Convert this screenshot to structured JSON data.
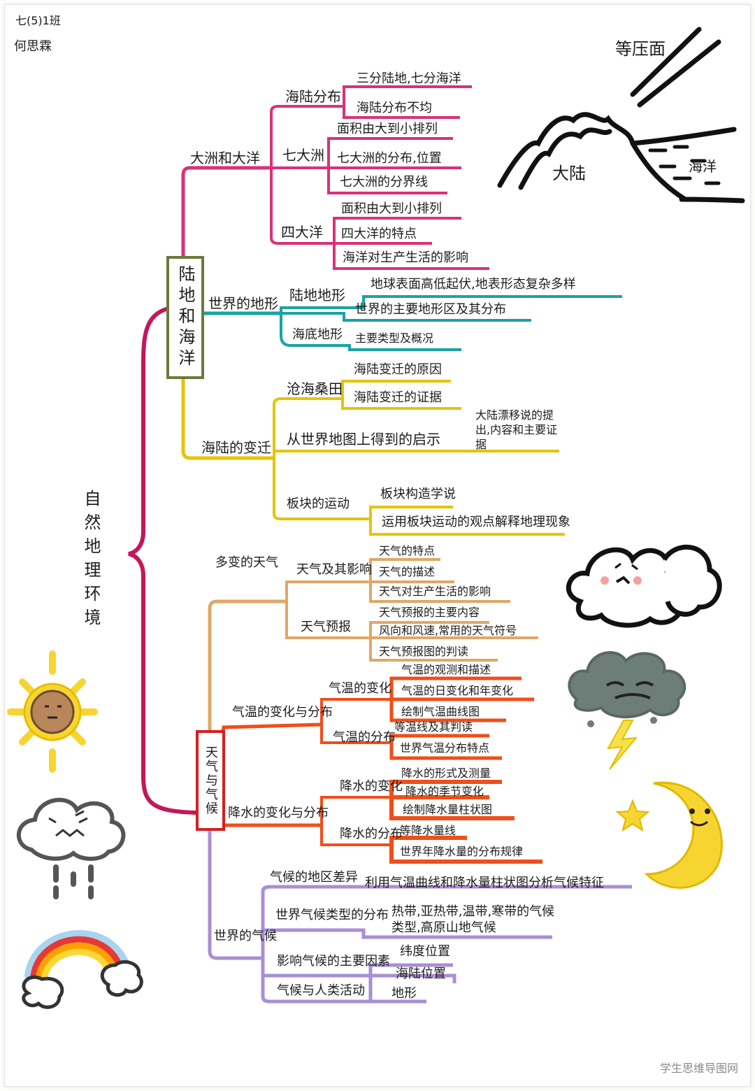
{
  "author": {
    "class": "七(5)1班",
    "name": "何思霖"
  },
  "root": "自然地理环境",
  "colors": {
    "land_sea": "#6b7a3c",
    "sea_land": "#d8327a",
    "terrain": "#1aa3a3",
    "change": "#e5c40a",
    "weather_box": "#d42020",
    "weather": "#e0a865",
    "temp": "#f04e1a",
    "precip": "#f04e1a",
    "climate": "#a98fd6",
    "main": "#c2185b"
  },
  "branch1": {
    "title": "陆地和海洋",
    "sub1": {
      "title": "大洲和大洋",
      "groups": [
        {
          "label": "海陆分布",
          "items": [
            "三分陆地,七分海洋",
            "海陆分布不均"
          ]
        },
        {
          "label": "七大洲",
          "items": [
            "面积由大到小排列",
            "七大洲的分布,位置",
            "七大洲的分界线"
          ]
        },
        {
          "label": "四大洋",
          "items": [
            "面积由大到小排列",
            "四大洋的特点",
            "海洋对生产生活的影响"
          ]
        }
      ]
    },
    "sub2": {
      "title": "世界的地形",
      "groups": [
        {
          "label": "陆地地形",
          "items": [
            "地球表面高低起伏,地表形态复杂多样",
            "世界的主要地形区及其分布"
          ]
        },
        {
          "label": "海底地形",
          "items": [
            "主要类型及概况"
          ]
        }
      ]
    },
    "sub3": {
      "title": "海陆的变迁",
      "groups": [
        {
          "label": "沧海桑田",
          "items": [
            "海陆变迁的原因",
            "海陆变迁的证据"
          ]
        },
        {
          "label": "从世界地图上得到的启示",
          "items": [
            "大陆漂移说的提出,内容和主要证据"
          ]
        },
        {
          "label": "板块的运动",
          "items": [
            "板块构造学说",
            "运用板块运动的观点解释地理现象"
          ]
        }
      ]
    }
  },
  "branch2": {
    "title": "天气与气候",
    "sub1": {
      "title": "多变的天气",
      "groups": [
        {
          "label": "天气及其影响",
          "items": [
            "天气的特点",
            "天气的描述",
            "天气对生产生活的影响"
          ]
        },
        {
          "label": "天气预报",
          "items": [
            "天气预报的主要内容",
            "风向和风速,常用的天气符号",
            "天气预报图的判读"
          ]
        }
      ]
    },
    "sub2": {
      "title": "气温的变化与分布",
      "groups": [
        {
          "label": "气温的变化",
          "items": [
            "气温的观测和描述",
            "气温的日变化和年变化",
            "绘制气温曲线图"
          ]
        },
        {
          "label": "气温的分布",
          "items": [
            "等温线及其判读",
            "世界气温分布特点"
          ]
        }
      ]
    },
    "sub3": {
      "title": "降水的变化与分布",
      "groups": [
        {
          "label": "降水的变化",
          "items": [
            "降水的形式及测量",
            "降水的季节变化",
            "绘制降水量柱状图"
          ]
        },
        {
          "label": "降水的分布",
          "items": [
            "等降水量线",
            "世界年降水量的分布规律"
          ]
        }
      ]
    },
    "sub4": {
      "title": "世界的气候",
      "groups": [
        {
          "label": "气候的地区差异",
          "items": [
            "利用气温曲线和降水量柱状图分析气候特征"
          ]
        },
        {
          "label": "世界气候类型的分布",
          "items": [
            "热带,亚热带,温带,寒带的气候类型,高原山地气候"
          ]
        },
        {
          "label": "影响气候的主要因素",
          "items": [
            "纬度位置",
            "海陆位置",
            "地形"
          ]
        },
        {
          "label": "气候与人类活动",
          "items": []
        }
      ]
    }
  },
  "illustration": {
    "isobar": "等压面",
    "land": "大陆",
    "ocean": "海洋"
  },
  "watermark": "学生思维导图网"
}
